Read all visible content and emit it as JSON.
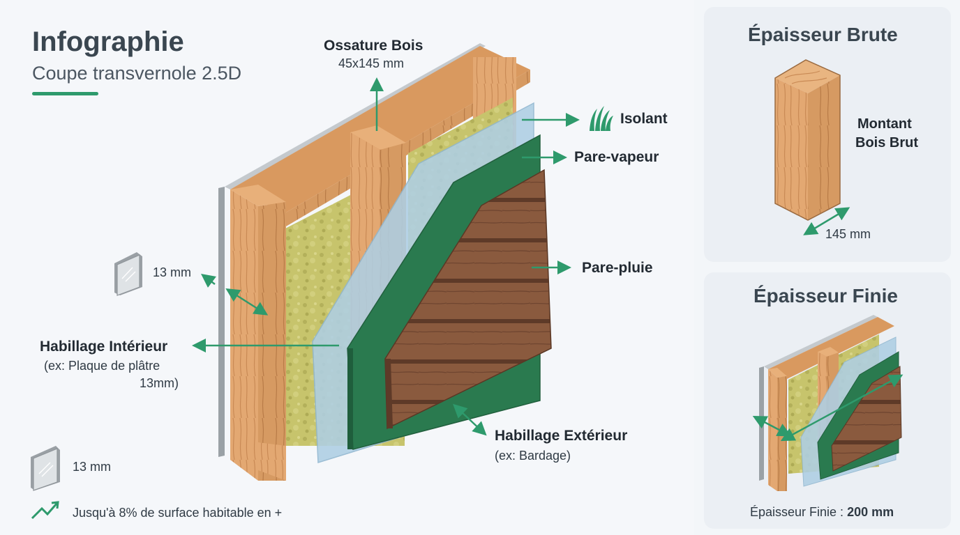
{
  "header": {
    "title": "Infographie",
    "subtitle": "Coupe transvernole 2.5D"
  },
  "labels": {
    "ossature_title": "Ossature Bois",
    "ossature_dim": "45x145 mm",
    "isolant": "Isolant",
    "pare_vapeur": "Pare-vapeur",
    "pare_pluie": "Pare-pluie",
    "habillage_int_title": "Habillage Intérieur",
    "habillage_int_line1": "(ex: Plaque de plâtre",
    "habillage_int_line2": "13mm)",
    "plaque_thickness": "13 mm",
    "habillage_ext_title": "Habillage Extérieur",
    "habillage_ext_sub": "(ex: Bardage)"
  },
  "footer": {
    "legend_thickness": "13 mm",
    "gain_text": "Jusqu'à 8% de surface habitable en +"
  },
  "card_brute": {
    "title": "Épaisseur Brute",
    "label_line1": "Montant",
    "label_line2": "Bois Brut",
    "dimension": "145 mm"
  },
  "card_finie": {
    "title": "Épaisseur Finie",
    "caption_prefix": "Épaisseur Finie : ",
    "caption_value": "200 mm"
  },
  "colors": {
    "accent_green": "#2e9a6c",
    "wood": "#e3a872",
    "insulation": "#c5c46a",
    "vapor_barrier": "#aecfe4",
    "rain_barrier": "#2a7a4f",
    "cladding": "#8a5a3e",
    "plaster": "#b8bec3"
  },
  "icons": [
    "plaster-sample-icon",
    "grass-icon",
    "trend-up-icon",
    "arrow-icon"
  ]
}
